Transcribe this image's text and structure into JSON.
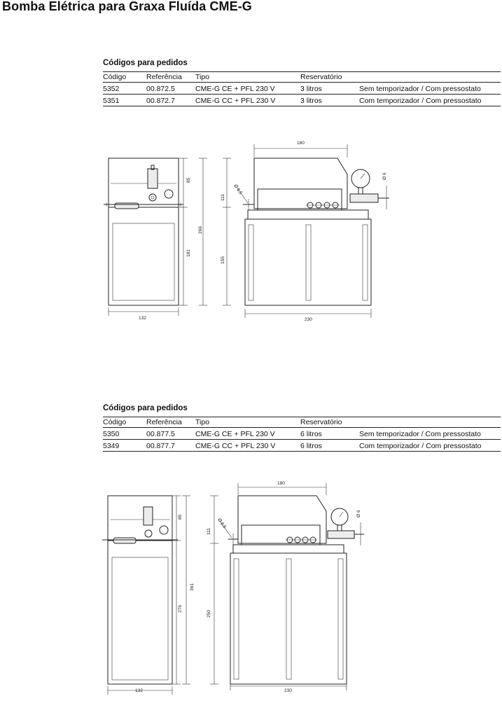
{
  "page_title": "Bomba Elétrica para Graxa Fluída CME-G",
  "sections": [
    {
      "heading": "Códigos para pedidos",
      "columns": [
        "Código",
        "Referência",
        "Tipo",
        "Reservatório",
        ""
      ],
      "rows": [
        [
          "5352",
          "00.872.5",
          "CME-G CE + PFL 230 V",
          "3 litros",
          "Sem temporizador / Com pressostato"
        ],
        [
          "5351",
          "00.872.7",
          "CME-G CC + PFL 230 V",
          "3 litros",
          "Com temporizador / Com pressostato"
        ]
      ],
      "dimensions": {
        "width_front": "132",
        "top_h": "85",
        "body_h": "181",
        "total_h": "266",
        "width_top": "180",
        "side_top_h": "111",
        "side_body_h": "155",
        "width_side": "230",
        "hole": "Ø 6,5",
        "port": "Ø 6"
      }
    },
    {
      "heading": "Códigos para pedidos",
      "columns": [
        "Código",
        "Referência",
        "Tipo",
        "Reservatório",
        ""
      ],
      "rows": [
        [
          "5350",
          "00.877.5",
          "CME-G CE + PFL 230 V",
          "6 litros",
          "Sem temporizador / Com pressostato"
        ],
        [
          "5349",
          "00.877.7",
          "CME-G CC + PFL 230 V",
          "6 litros",
          "Com temporizador / Com pressostato"
        ]
      ],
      "dimensions": {
        "width_front": "132",
        "top_h": "85",
        "body_h": "276",
        "total_h": "361",
        "width_top": "180",
        "side_top_h": "111",
        "side_body_h": "250",
        "width_side": "230",
        "hole": "Ø 6,5",
        "port": "Ø 6"
      }
    }
  ]
}
